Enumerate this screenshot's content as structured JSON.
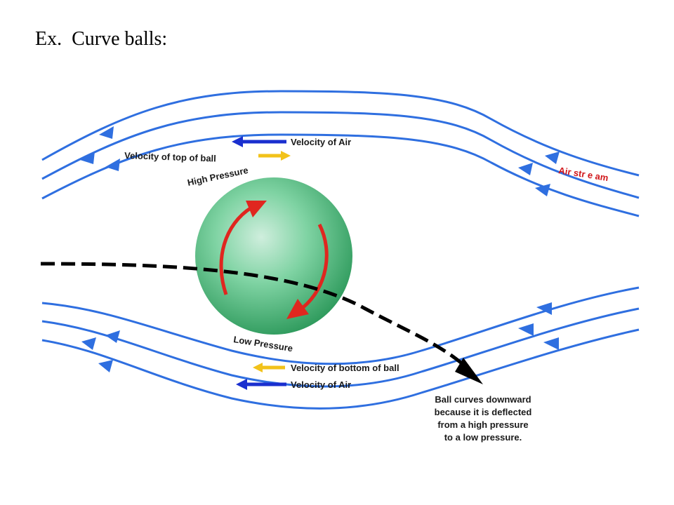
{
  "slide": {
    "title": "Ex.  Curve balls:"
  },
  "diagram": {
    "labels": {
      "velocity_air_top": "Velocity of Air",
      "velocity_top_ball": "Velocity of top of ball",
      "high_pressure": "High Pressure",
      "air_stream": "Air str e am",
      "low_pressure": "Low Pressure",
      "velocity_bottom_ball": "Velocity of bottom of ball",
      "velocity_air_bottom": "Velocity of Air"
    },
    "caption_lines": [
      "Ball curves downward",
      "because it is deflected",
      "from a high pressure",
      "to a low pressure."
    ],
    "colors": {
      "streamline": "#2f6fe0",
      "air_velocity_arrow": "#1a2fcf",
      "ball_velocity_arrow": "#f2c21a",
      "spin_arrow": "#e0261f",
      "air_stream_label": "#d0161a",
      "ball_fill": "#5cc28a",
      "trajectory": "#000000"
    }
  }
}
